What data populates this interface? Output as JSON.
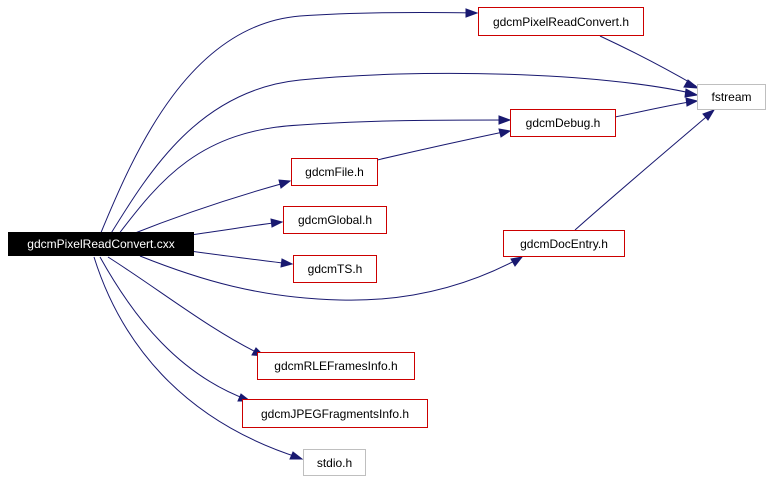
{
  "graph": {
    "root": {
      "label": "gdcmPixelReadConvert.cxx"
    },
    "nodes": {
      "pixel_read_convert_h": "gdcmPixelReadConvert.h",
      "fstream": "fstream",
      "debug_h": "gdcmDebug.h",
      "file_h": "gdcmFile.h",
      "global_h": "gdcmGlobal.h",
      "ts_h": "gdcmTS.h",
      "doc_entry_h": "gdcmDocEntry.h",
      "rle_frames_info_h": "gdcmRLEFramesInfo.h",
      "jpeg_fragments_info_h": "gdcmJPEGFragmentsInfo.h",
      "stdio_h": "stdio.h"
    },
    "colors": {
      "edge": "#191970",
      "node_border_documented": "#cc0000",
      "node_border_external": "#bfbfbf",
      "root_fill": "#000000",
      "root_text": "#ffffff"
    }
  }
}
